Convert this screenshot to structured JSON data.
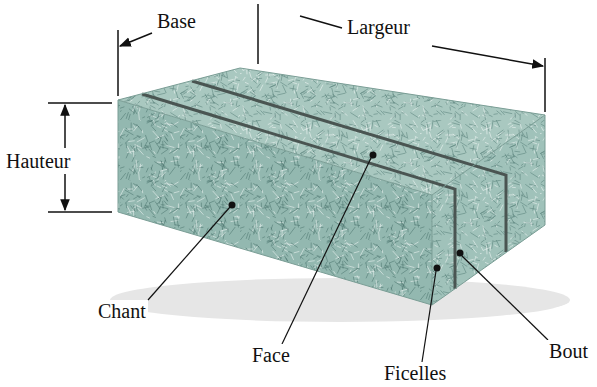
{
  "diagram": {
    "labels": [
      "Base",
      "Largeur",
      "Hauteur",
      "Chant",
      "Face",
      "Ficelles",
      "Bout"
    ]
  }
}
